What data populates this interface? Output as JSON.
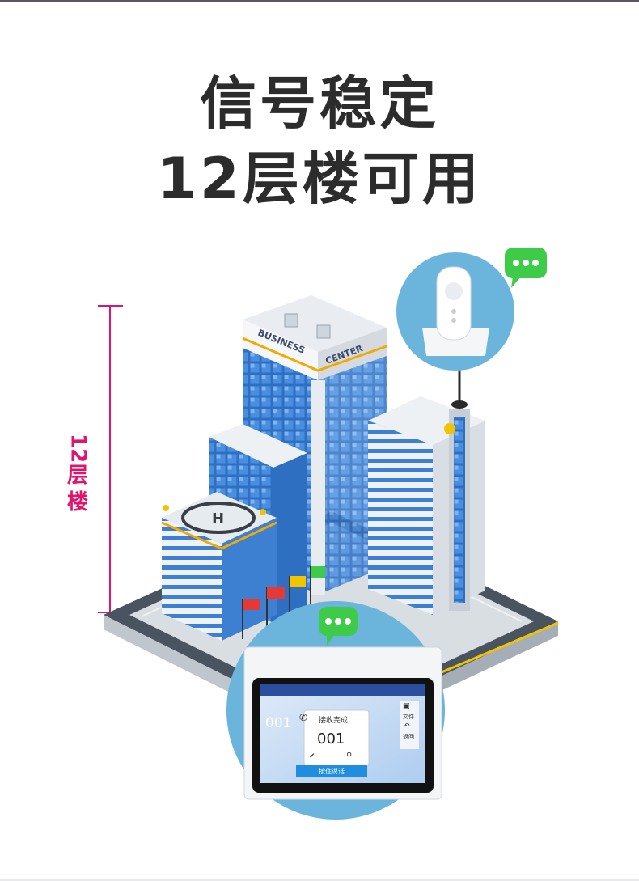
{
  "headline": {
    "line1": "信号稳定",
    "line2": "12层楼可用"
  },
  "scale": {
    "number": "12",
    "unit_line1": "层",
    "unit_line2": "楼"
  },
  "building": {
    "sign_left": "BUSINESS",
    "sign_right": "CENTER",
    "helipad": "H"
  },
  "terminal": {
    "caller_id": "001",
    "status": "接收完成",
    "number": "001",
    "talk_button": "按住说话",
    "side_file": "文件",
    "side_back": "返回"
  },
  "colors": {
    "accent_scale": "#e2136a",
    "bubble_green": "#3ecb4a",
    "circle_blue": "#6bb5dc",
    "glass_blue": "#2f6fc2"
  }
}
